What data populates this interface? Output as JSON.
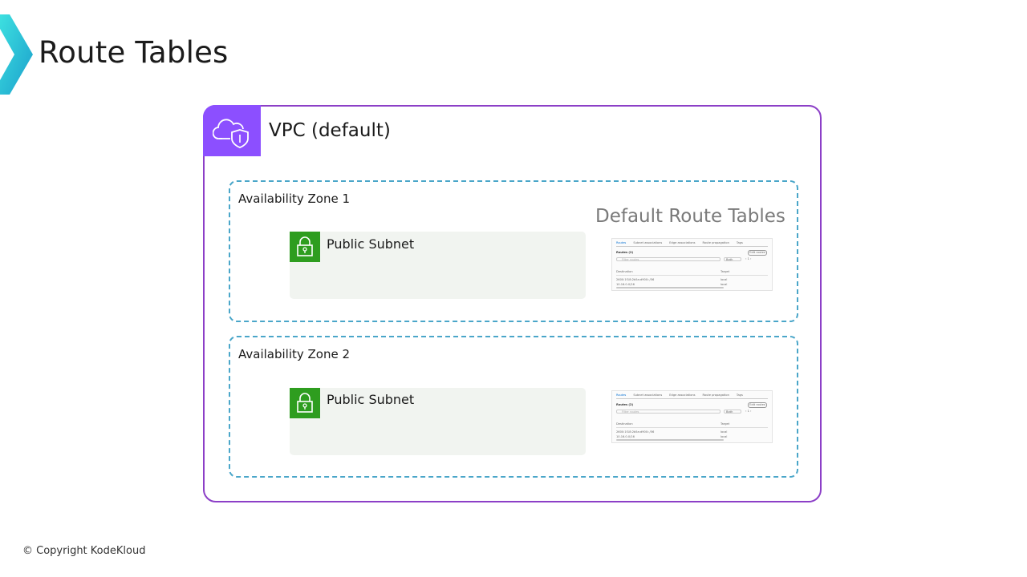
{
  "slide": {
    "title": "Route Tables",
    "footer": "© Copyright KodeKloud"
  },
  "vpc": {
    "label": "VPC (default)",
    "icon": "vpc-cloud-shield-icon",
    "border_color": "#8c3fc7",
    "badge_color": "#8c4fff"
  },
  "availability_zones": [
    {
      "label": "Availability Zone 1",
      "subnet": {
        "label": "Public Subnet",
        "icon": "padlock-icon"
      }
    },
    {
      "label": "Availability Zone 2",
      "subnet": {
        "label": "Public Subnet",
        "icon": "padlock-icon"
      }
    }
  ],
  "route_tables": {
    "heading": "Default Route Tables",
    "thumbnail": {
      "tabs": [
        "Routes",
        "Subnet associations",
        "Edge associations",
        "Route propagation",
        "Tags"
      ],
      "section_title": "Routes (2)",
      "edit_button": "Edit routes",
      "search_placeholder": "Filter routes",
      "filter_value": "Both",
      "pager": "‹ 1 ›",
      "columns": [
        "Destination",
        "Target"
      ],
      "rows": [
        {
          "destination": "2600:1f18:2b5a:d900::/56",
          "target": "local"
        },
        {
          "destination": "10.16.0.0/16",
          "target": "local"
        }
      ]
    }
  },
  "colors": {
    "az_border": "#4aa6c9",
    "subnet_badge": "#2e9d1f",
    "subnet_fill": "#f1f4f0",
    "logo_gradient": [
      "#2ad4d9",
      "#1aa3c9"
    ]
  }
}
